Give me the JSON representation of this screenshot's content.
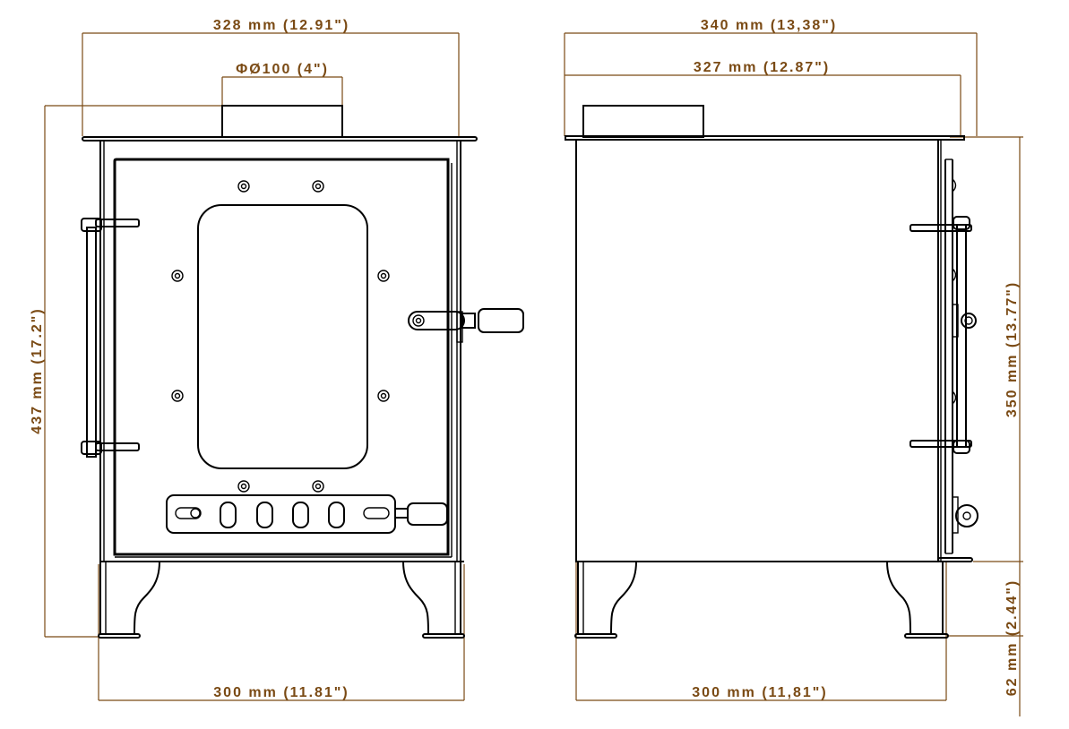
{
  "drawing": {
    "subject": "Wood-burning stove technical drawing",
    "line_color": "#000000",
    "dimension_color": "#7a4a14",
    "front_view": {
      "overall_width": "328 mm (12.91\")",
      "flue_diameter": "ΦØ100 (4\")",
      "overall_height": "437 mm (17.2\")",
      "leg_span": "300 mm (11.81\")"
    },
    "side_view": {
      "overall_depth": "340 mm (13,38\")",
      "top_plate_depth": "327 mm (12.87\")",
      "body_height": "350 mm (13.77\")",
      "leg_span": "300 mm (11,81\")",
      "leg_height": "62 mm (2.44\")"
    }
  }
}
